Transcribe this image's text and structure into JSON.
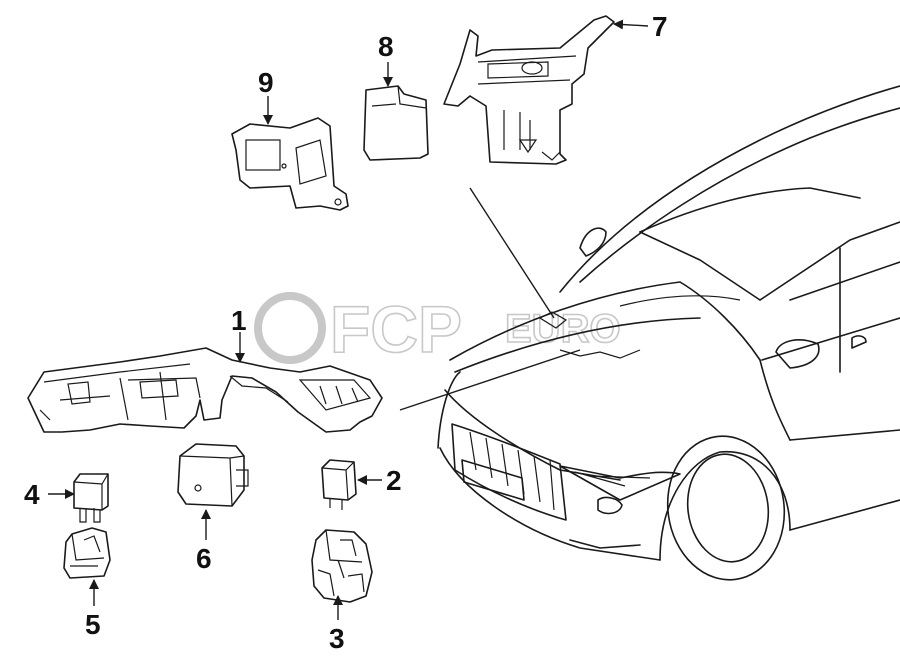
{
  "watermark": {
    "brand": "FCP",
    "suffix": "EURO"
  },
  "callouts": [
    {
      "number": "1",
      "part": "fuse-relay-panel"
    },
    {
      "number": "2",
      "part": "relay-small"
    },
    {
      "number": "3",
      "part": "relay-bracket"
    },
    {
      "number": "4",
      "part": "blade-fuse"
    },
    {
      "number": "5",
      "part": "fuse-holder"
    },
    {
      "number": "6",
      "part": "relay-large"
    },
    {
      "number": "7",
      "part": "relay-bracket-top"
    },
    {
      "number": "8",
      "part": "control-module"
    },
    {
      "number": "9",
      "part": "module-mount"
    }
  ],
  "vehicle": {
    "icon": "car-front-three-quarter-icon"
  }
}
